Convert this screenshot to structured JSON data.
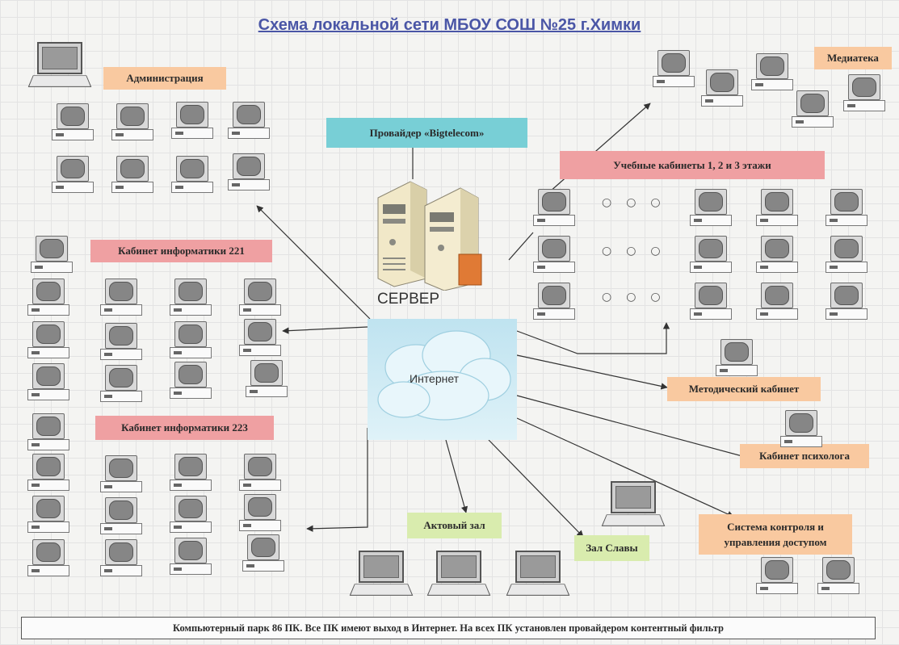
{
  "title": "Схема локальной сети МБОУ СОШ №25 г.Химки",
  "provider_label": "Провайдер «Bigtelecom»",
  "server_label": "СЕРВЕР",
  "internet_label": "Интернет",
  "labels": {
    "administration": "Администрация",
    "mediateka": "Медиатека",
    "classrooms": "Учебные кабинеты 1, 2 и 3 этажи",
    "informatics_221": "Кабинет информатики 221",
    "informatics_223": "Кабинет информатики 223",
    "methodical": "Методический кабинет",
    "psychologist": "Кабинет психолога",
    "access_line1": "Система контроля и",
    "access_line2": "управления доступом",
    "assembly_hall": "Актовый зал",
    "glory_hall": "Зал Славы"
  },
  "footer": "Компьютерный парк 86 ПК. Все ПК имеют выход в Интернет. На всех ПК установлен провайдером контентный фильтр",
  "colors": {
    "orange_label": "#f9c9a0",
    "pink_label": "#efa0a2",
    "cyan_label": "#78cfd6",
    "lime_label": "#d9ecae",
    "title": "#4a56a6"
  }
}
